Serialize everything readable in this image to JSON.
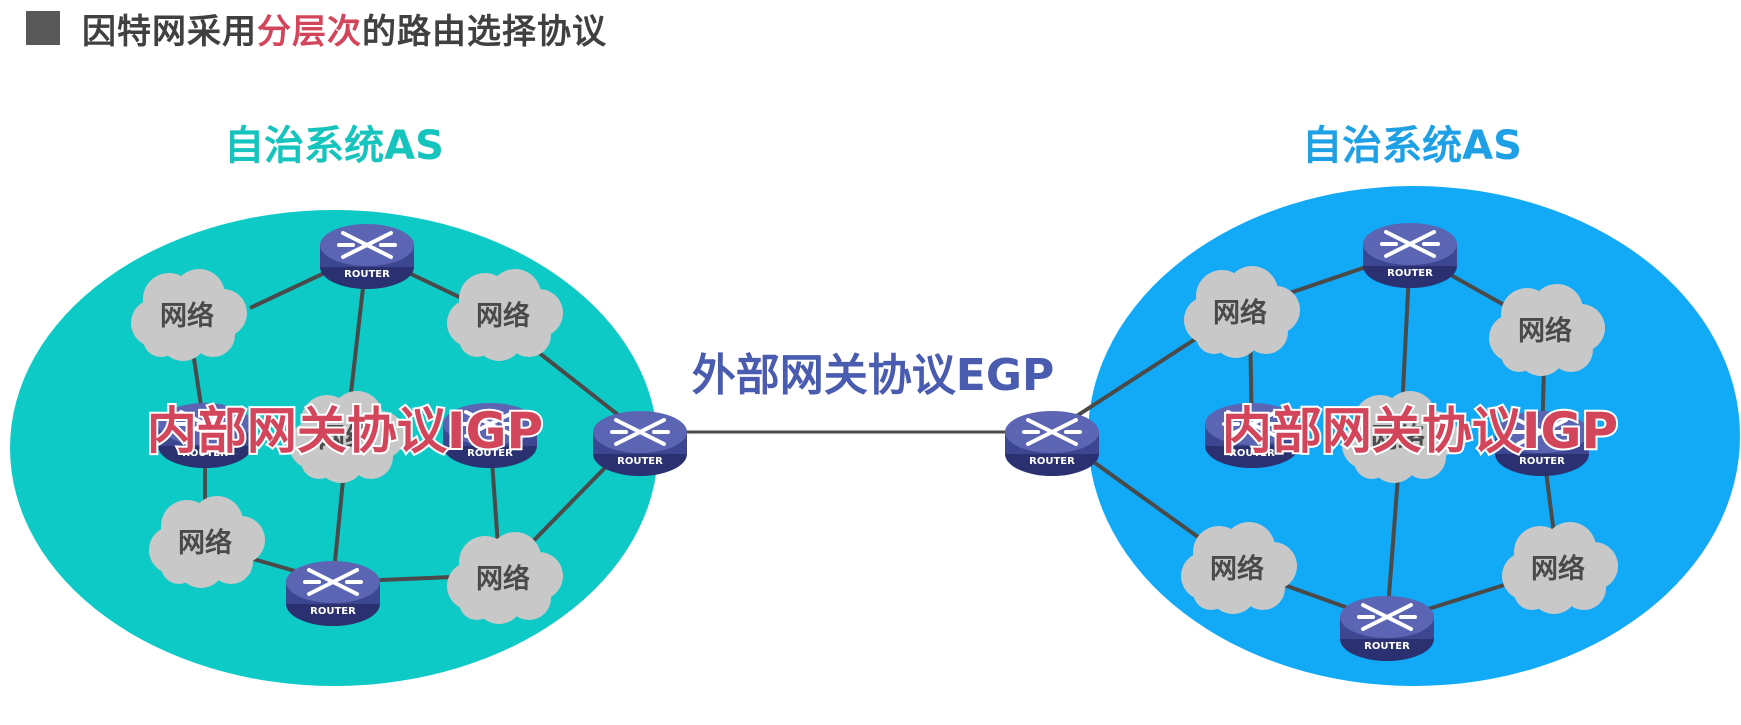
{
  "title": {
    "part1": "因特网采用",
    "highlight": "分层次",
    "part2": "的路由选择协议"
  },
  "colors": {
    "left_as": "#0ecac6",
    "right_as": "#12aaf7",
    "left_label": "#15c4bd",
    "right_label": "#1ea0e6",
    "highlight": "#d2455a",
    "egp": "#4a5cb0",
    "router": "#3d4690",
    "cloud": "#c8c8c8",
    "link": "#4a4a4a"
  },
  "icons": {
    "router": "router-icon",
    "network": "cloud-icon",
    "title_bullet": "square-icon"
  },
  "left_as": {
    "label": "自治系统AS",
    "igp_label": "内部网关协议IGP",
    "networks": [
      "网络",
      "网络",
      "网络",
      "网络",
      "网络"
    ],
    "routers": [
      "ROUTER",
      "ROUTER",
      "ROUTER",
      "ROUTER",
      "ROUTER"
    ]
  },
  "right_as": {
    "label": "自治系统AS",
    "igp_label": "内部网关协议IGP",
    "networks": [
      "网络",
      "网络",
      "网络",
      "网络",
      "网络"
    ],
    "routers": [
      "ROUTER",
      "ROUTER",
      "ROUTER",
      "ROUTER",
      "ROUTER"
    ]
  },
  "egp_label": "外部网关协议EGP"
}
